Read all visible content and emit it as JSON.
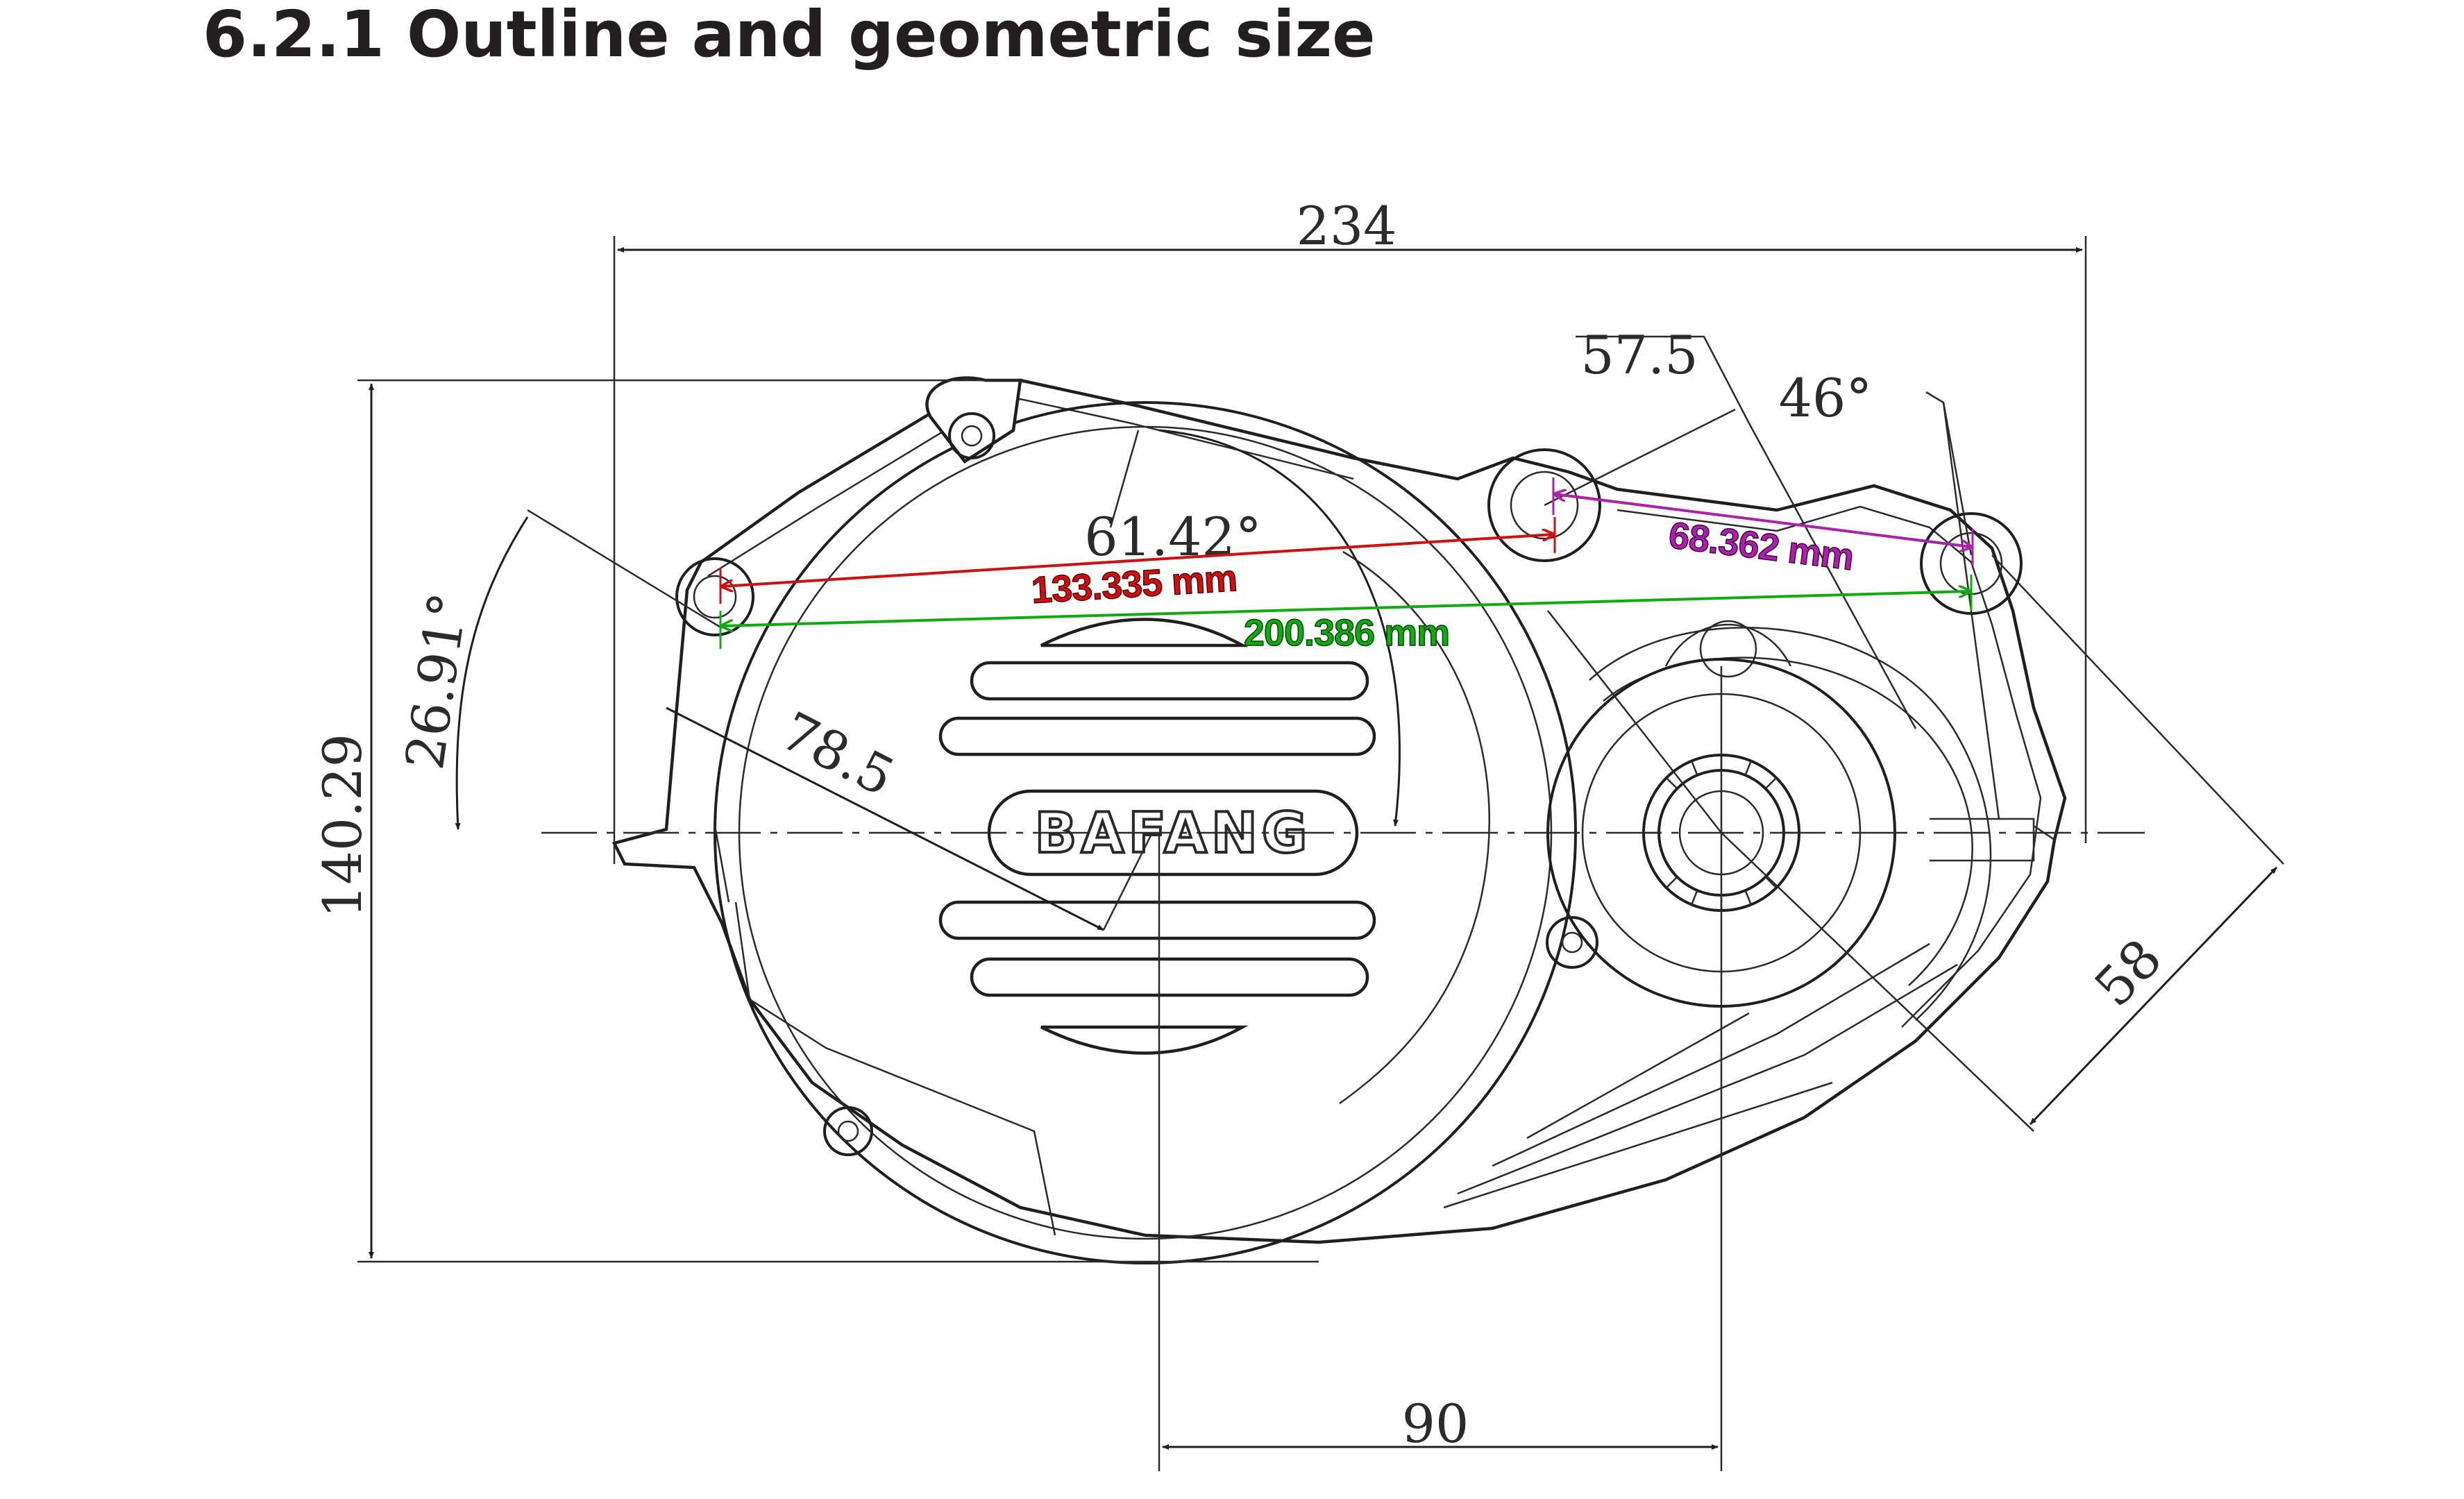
{
  "heading": "6.2.1 Outline and geometric size",
  "brand_logo": "BAFANG",
  "dimensions": {
    "overall_width": "234",
    "overall_height": "140.29",
    "mount_offset": "57.5",
    "mount_angle": "46°",
    "upper_angle": "61.42°",
    "left_angle": "26.91°",
    "radius": "78.5",
    "diagonal": "58",
    "spindle_offset": "90"
  },
  "measurements": [
    {
      "label": "133.335 mm",
      "color": "#cc1111"
    },
    {
      "label": "200.386 mm",
      "color": "#11aa11"
    },
    {
      "label": "68.362 mm",
      "color": "#aa22aa"
    }
  ]
}
